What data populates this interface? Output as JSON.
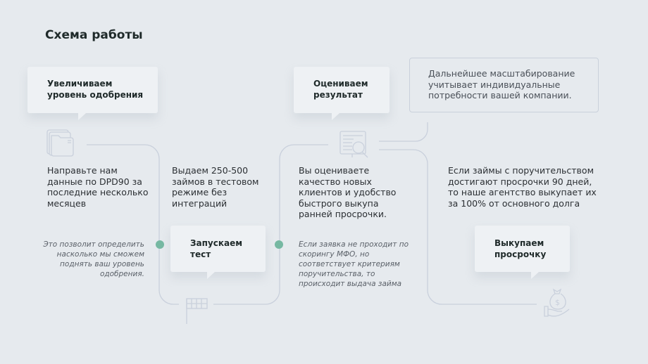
{
  "title": "Схема работы",
  "steps": [
    {
      "label": "Увеличиваем уровень одобрения",
      "text": "Направьте нам данные по DPD90 за последние несколько месяцев",
      "note": "Это позволит определить насколько мы сможем поднять ваш уровень одобрения.",
      "icon": "folder-icon"
    },
    {
      "label": "Запускаем тест",
      "text": "Выдаем 250-500 займов в тестовом режиме без интеграций",
      "icon": "flag-icon"
    },
    {
      "label": "Оцениваем результат",
      "text": "Вы оцениваете качество новых клиентов и удобство быстрого выкупа ранней просрочки.",
      "note": "Если заявка не проходит по скорингу МФО, но соответствует критериям поручительства, то происходит выдача займа",
      "icon": "document-search-icon"
    },
    {
      "label": "Выкупаем просрочку",
      "text": "Если займы с поручительством достигают просрочки 90 дней, то наше  агентство выкупает их за 100% от основного долга",
      "icon": "money-bag-hand-icon"
    }
  ],
  "scaling_note": "Дальнейшее масштабирование учитывает индивидуальные потребности вашей компании.",
  "colors": {
    "background": "#e6eaee",
    "accent": "#76b8a2",
    "line": "#c9d0dc"
  }
}
